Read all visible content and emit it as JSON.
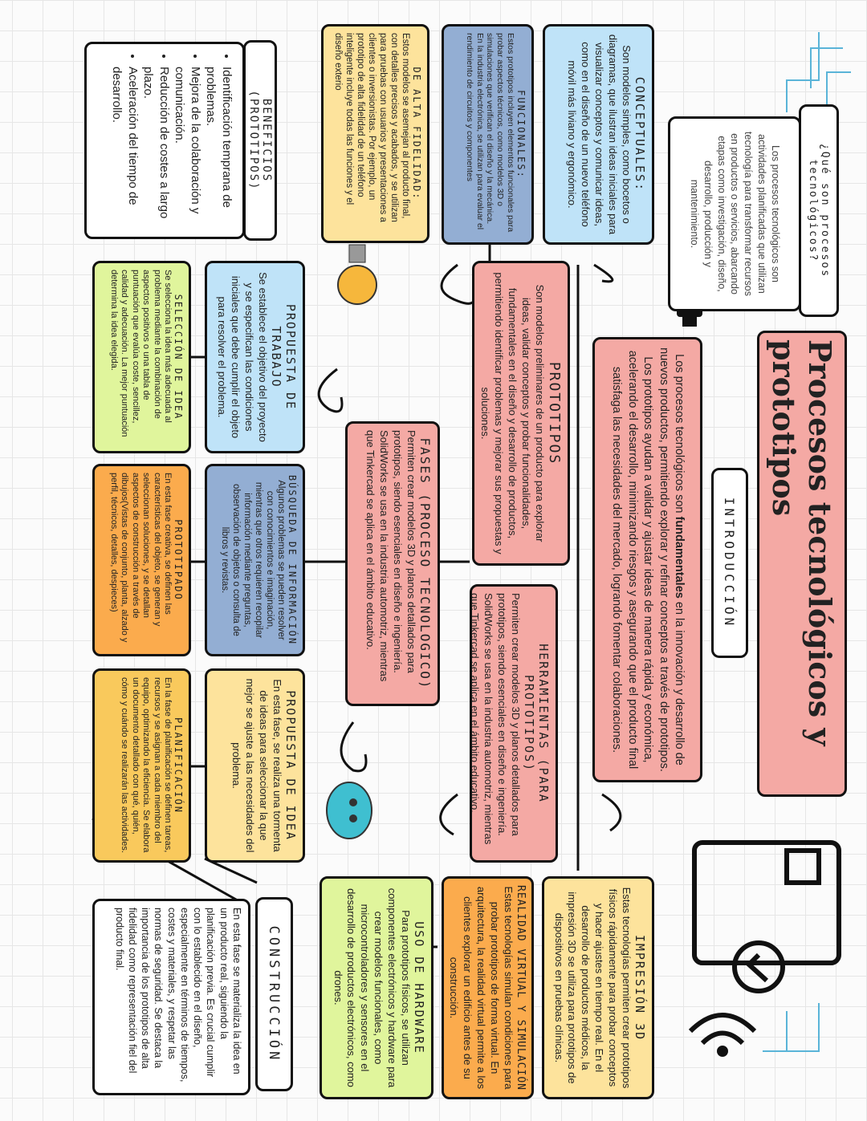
{
  "title": "Procesos tecnológicos y prototipos",
  "question": {
    "label": "¿Qué son procesos tecnológicos?",
    "answer": "Los procesos tecnológicos son actividades planificadas que utilizan tecnología para transformar recursos en productos o servicios, abarcando etapas como investigación, diseño, desarrollo, producción y mantenimiento."
  },
  "intro": {
    "label": "INTRODUCCIÓN",
    "text_before": "Los procesos tecnológicos son ",
    "text_bold": "fundamentales",
    "text_after": " en la innovación y desarrollo de nuevos productos, permitiendo explorar y refinar conceptos a través de prototipos. Los prototipos ayudan a validar y ajustar ideas de manera rápida y económica, acelerando el desarrollo, minimizando riesgos y asegurando que el producto final satisfaga las necesidades del mercado, logrando fomentar colaboraciones."
  },
  "prototipos": {
    "title": "PROTOTIPOS",
    "text": "Son modelos preliminares de un producto para explorar ideas, validar conceptos y probar funcionalidades, fundamentales en el diseño y desarrollo de productos, permitiendo identificar problemas y mejorar sus propuestas y soluciones."
  },
  "types": [
    {
      "title": "CONCEPTUALES:",
      "text": "Son modelos simples, como bocetos o diagramas, que ilustran ideas iniciales para visualizar conceptos y comunicar ideas, como en el diseño de un nuevo teléfono móvil más liviano y ergonómico."
    },
    {
      "title": "FUNCIONALES:",
      "text": "Estos prototipos incluyen elementos funcionales para probar aspectos técnicos, como modelos 3D o simulaciones que verifican el diseño y la mecánica. En la industria electrónica, se utilizan para evaluar el rendimiento de circuitos y componentes"
    },
    {
      "title": "DE ALTA FIDELIDAD:",
      "text": "Estos modelos se asemejan al producto final, con detalles precisos y acabados, y se utilizan para pruebas con usuarios y presentaciones a clientes o inversionistas. Por ejemplo, un prototipo de alta fidelidad de un teléfono inteligente incluye todas las funciones y el diseño exterio"
    }
  ],
  "benefits": {
    "title": "BENEFICIOS (PROTOTIPOS)",
    "items": [
      "Identificación temprana de problemas.",
      "Mejora de la colaboración y comunicación.",
      "Reducción de costes a largo plazo.",
      "Aceleración del tiempo de desarrollo."
    ]
  },
  "fases": {
    "title": "FASES (PROCESO TECNOLOGICO)",
    "text": "Permiten crear modelos 3D y planos detallados para prototipos, siendo esenciales en diseño e ingeniería. SolidWorks se usa en la industria automotriz, mientras que Tinkercad se aplica en el ámbito educativo."
  },
  "herramientas": {
    "title": "HERRAMIENTAS (PARA PROTOTIPOS)",
    "text": "Permiten crear modelos 3D y planos detallados para prototipos, siendo esenciales en diseño e ingeniería. SolidWorks se usa en la industria automotriz, mientras que Tinkercad se aplica en el ámbito educativo."
  },
  "phases": [
    {
      "title": "PROPUESTA DE TRABAJO",
      "text": "Se establece el objetivo del proyecto y se especifican las condiciones iniciales que debe cumplir el objeto para resolver el problema."
    },
    {
      "title": "SELECCIÓN DE IDEA",
      "text": "Se selecciona la idea más adecuada al problema mediante la combinación de aspectos positivos o una tabla de puntuación que evalúa coste, sencillez, calidad y adecuación. La mejor puntuación determina la idea elegida."
    },
    {
      "title": "BÚSQUEDA DE INFORMACIÓN",
      "text": "Algunos problemas se pueden resolver con conocimientos e imaginación, mientras que otros requieren recopilar información mediante preguntas, observación de objetos o consulta de libros y revistas."
    },
    {
      "title": "PROTOTIPADO",
      "text": "En esta fase creativa, se definen las características del objeto, se generan y seleccionan soluciones, y se detallan aspectos de construcción a través de dibujos(Vistas de conjunto, planta, alzado y perfil, técnicos, detalles, despieces)"
    },
    {
      "title": "PROPUESTA DE IDEA",
      "text": "En esta fase, se realiza una tormenta de ideas para seleccionar la que mejor se ajuste a las necesidades del problema."
    },
    {
      "title": "PLANIFICACIÓN",
      "text": "En la fase de planificación se definen tareas, recursos y se asignan a cada miembro del equipo, optimizando la eficiencia. Se elabora un documento detallado con qué, quién, cómo y cuándo se realizarán las actividades."
    }
  ],
  "construccion": {
    "title": "CONSTRUCCIÓN",
    "text": "En esta fase se materializa la idea en un producto real, siguiendo la planificación previa. Es crucial cumplir con lo establecido en el diseño, especialmente en términos de tiempos, costes y materiales, y respetar las normas de seguridad. Se destaca la importancia de los prototipos de alta fidelidad como representación fiel del producto final."
  },
  "tools": [
    {
      "title": "IMPRESIÓN 3D",
      "text": "Estas tecnologías permiten crear prototipos físicos rápidamente para probar conceptos y hacer ajustes en tiempo real. En el desarrollo de productos médicos, la impresión 3D se utiliza para prototipos de dispositivos en pruebas clínicas."
    },
    {
      "title": "REALIDAD VIRTUAL Y SIMULACIÓN",
      "text": "Estas tecnologías simulan condiciones para probar prototipos de forma virtual. En arquitectura, la realidad virtual permite a los clientes explorar un edificio antes de su construcción."
    },
    {
      "title": "USO DE HARDWARE",
      "text": "Para prototipos físicos, se utilizan componentes electrónicos y hardware para crear modelos funcionales, como microcontroladores y sensores en el desarrollo de productos electrónicos, como drones."
    }
  ],
  "colors": {
    "pink": "#f4a9a4",
    "light_blue": "#bfe3f8",
    "steel_blue": "#93aed3",
    "yellow": "#fde39c",
    "orange": "#fbab4d",
    "gold": "#f9c95c",
    "lime": "#e0f59c"
  }
}
